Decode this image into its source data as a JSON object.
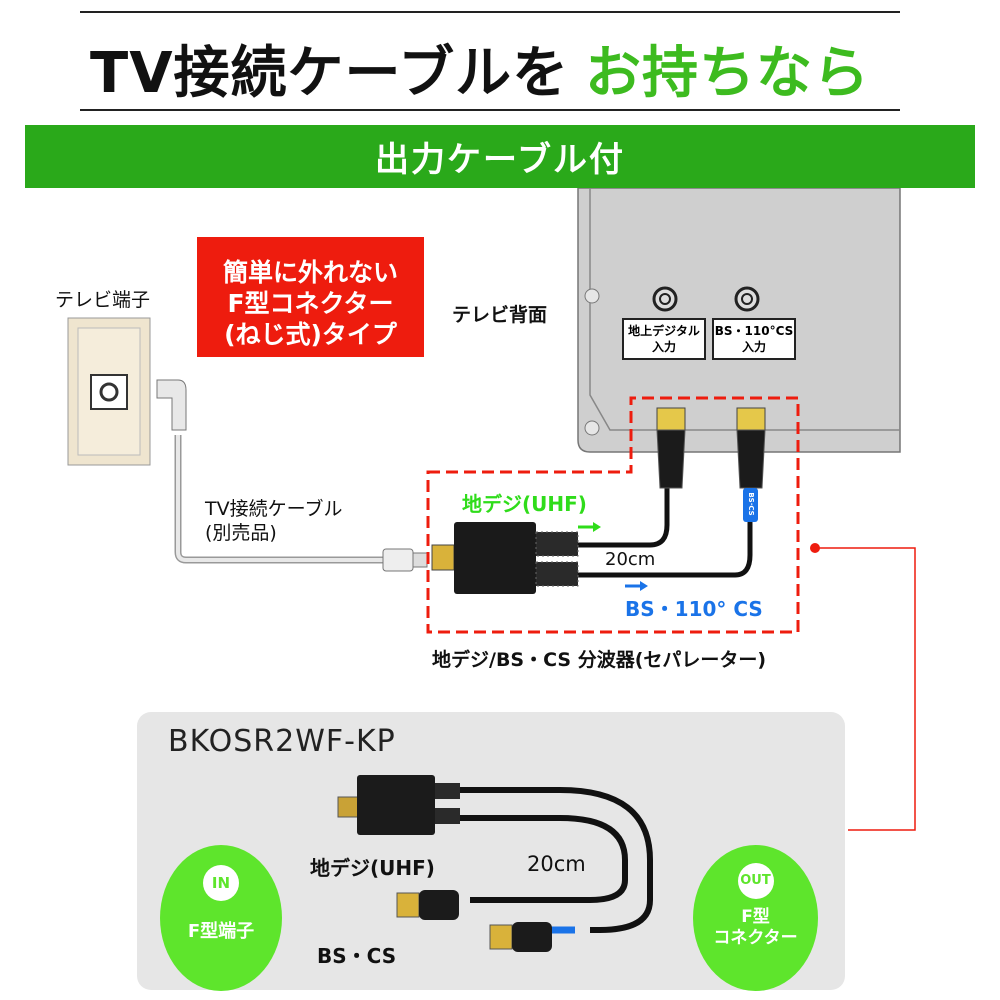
{
  "header": {
    "title_black": "TV接続ケーブルを",
    "title_green": "お持ちなら"
  },
  "banner": {
    "label": "出力ケーブル付"
  },
  "feature_box": {
    "lines": [
      "簡単に外れない",
      "F型コネクター",
      "(ねじ式)タイプ"
    ]
  },
  "diagram": {
    "wall_terminal_label": "テレビ端子",
    "tv_back_label": "テレビ背面",
    "tv_inputs": [
      {
        "line1": "地上デジタル",
        "line2": "入力"
      },
      {
        "line1": "BS・110°CS",
        "line2": "入力"
      }
    ],
    "cable_label": [
      "TV接続ケーブル",
      "(別売品)"
    ],
    "uhf_label": "地デジ(UHF)",
    "length_label": "20cm",
    "bs_label": "BS・110° CS",
    "bs_tag": "BS·CS",
    "separator_caption": "地デジ/BS・CS 分波器(セパレーター)"
  },
  "product": {
    "model": "BKOSR2WF-KP",
    "uhf_label": "地デジ(UHF)",
    "length_label": "20cm",
    "bs_label": "BS・CS",
    "in_badge": {
      "badge": "IN",
      "label": "F型端子"
    },
    "out_badge": {
      "badge": "OUT",
      "label_lines": [
        "F型",
        "コネクター"
      ]
    }
  },
  "colors": {
    "green": "#2aa91a",
    "bright_green": "#5ee52c",
    "red": "#ee1c0e",
    "blue": "#1a73e8"
  }
}
